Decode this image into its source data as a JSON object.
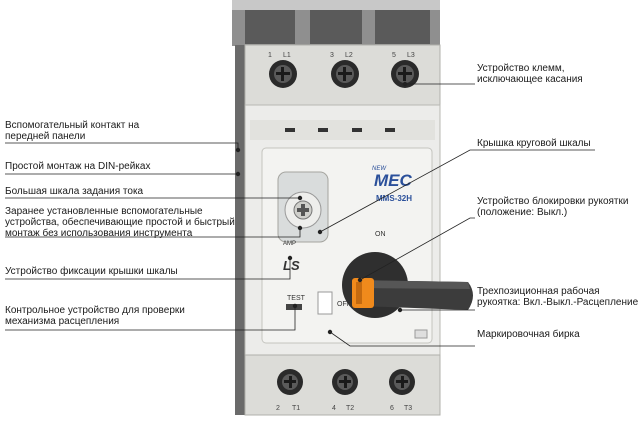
{
  "left_labels": [
    {
      "lines": [
        "Вспомогательный контакт на",
        "передней панели"
      ]
    },
    {
      "lines": [
        "Простой монтаж на DIN-рейках"
      ]
    },
    {
      "lines": [
        "Большая шкала задания тока"
      ]
    },
    {
      "lines": [
        "Заранее установленные вспомогательные",
        "устройства, обеспечивающие простой и быстрый",
        "монтаж без использования инструмента"
      ]
    },
    {
      "lines": [
        "Устройство фиксации крышки шкалы"
      ]
    },
    {
      "lines": [
        "Контрольное устройство для проверки",
        "механизма расцепления"
      ]
    }
  ],
  "right_labels": [
    {
      "lines": [
        "Устройство клемм,",
        "исключающее касания"
      ]
    },
    {
      "lines": [
        "Крышка круговой шкалы"
      ]
    },
    {
      "lines": [
        "Устройство блокировки рукоятки",
        "(положение: Выкл.)"
      ]
    },
    {
      "lines": [
        "Трехпозиционная рабочая",
        "рукоятка: Вкл.-Выкл.-Расцепление"
      ]
    },
    {
      "lines": [
        "Маркировочная бирка"
      ]
    }
  ],
  "device": {
    "top_terminals": [
      "1",
      "L1",
      "3",
      "L2",
      "5",
      "L3"
    ],
    "bottom_terminals": [
      "2",
      "T1",
      "4",
      "T2",
      "6",
      "T3"
    ],
    "brand_small": "NEW",
    "brand": "MEC",
    "model": "MMS-32H",
    "maker": "LS",
    "test_label": "TEST",
    "on_label": "ON",
    "off_label": "OFF",
    "dial_mark": "AMP"
  },
  "colors": {
    "body": "#e9e9e6",
    "terminal_block": "#d8d8d4",
    "handle": "#3c3c3c",
    "lock": "#f08a1c",
    "brand_blue": "#2a4f9a"
  }
}
